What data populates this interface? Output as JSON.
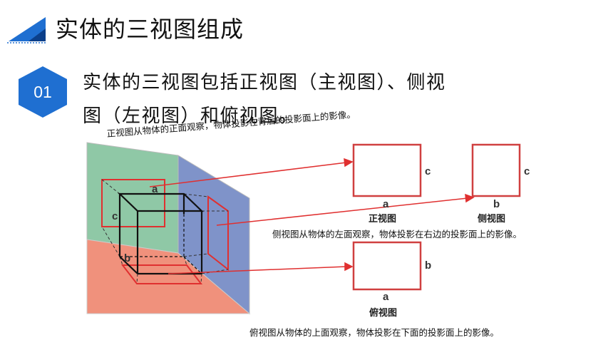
{
  "header": {
    "title": "实体的三视图组成"
  },
  "section": {
    "number": "01",
    "line1": "实体的三视图包括正视图（主视图）、侧视",
    "line2": "图（左视图）和俯视图。"
  },
  "figure": {
    "front_note": "正视图从物体的正面观察，物体投影在背后的投影面上的影像。",
    "side_note": "侧视图从物体的左面观察，物体投影在右边的投影面上的影像。",
    "top_note": "俯视图从物体的上面观察，物体投影在下面的投影面上的影像。",
    "front_caption": "正视图",
    "side_caption": "侧视图",
    "top_caption": "俯视图",
    "front_label_a": "a",
    "front_label_c": "c",
    "side_label_b": "b",
    "side_label_c": "c",
    "top_label_a": "a",
    "top_label_b": "b",
    "cube_label_a": "a",
    "cube_label_b": "b",
    "cube_label_c": "c"
  },
  "colors": {
    "accent_blue": "#1f6fd1",
    "projection_red": "#e03030",
    "back_plane_green": "#8fc8a6",
    "side_plane_blue": "#7f93c9",
    "floor_plane_red": "#f0917c"
  }
}
